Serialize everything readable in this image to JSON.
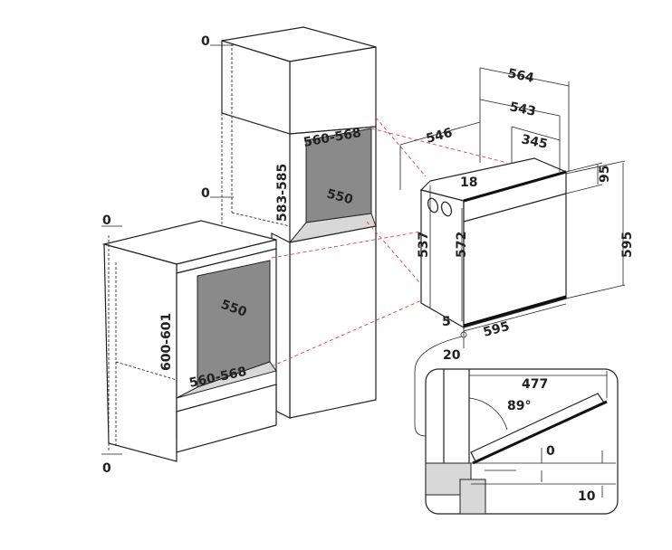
{
  "tall_cabinet": {
    "top_clearance": "0",
    "mid_clearance": "0",
    "opening_width": "560-568",
    "opening_depth": "550",
    "opening_height": "583-585"
  },
  "base_cabinet": {
    "top_clearance": "0",
    "bottom_clearance": "0",
    "opening_depth": "550",
    "opening_width": "560-568",
    "opening_height": "600-601"
  },
  "oven": {
    "total_depth": "564",
    "body_depth": "543",
    "top_depth": "345",
    "side_depth": "546",
    "top_offset": "18",
    "panel_height": "95",
    "front_height": "595",
    "side_height": "537",
    "body_height": "572",
    "bottom_offset": "5",
    "front_width": "595",
    "door_thickness": "20"
  },
  "door_detail": {
    "door_reach": "477",
    "opening_angle": "89°",
    "floor_gap": "0",
    "base_gap": "10"
  }
}
